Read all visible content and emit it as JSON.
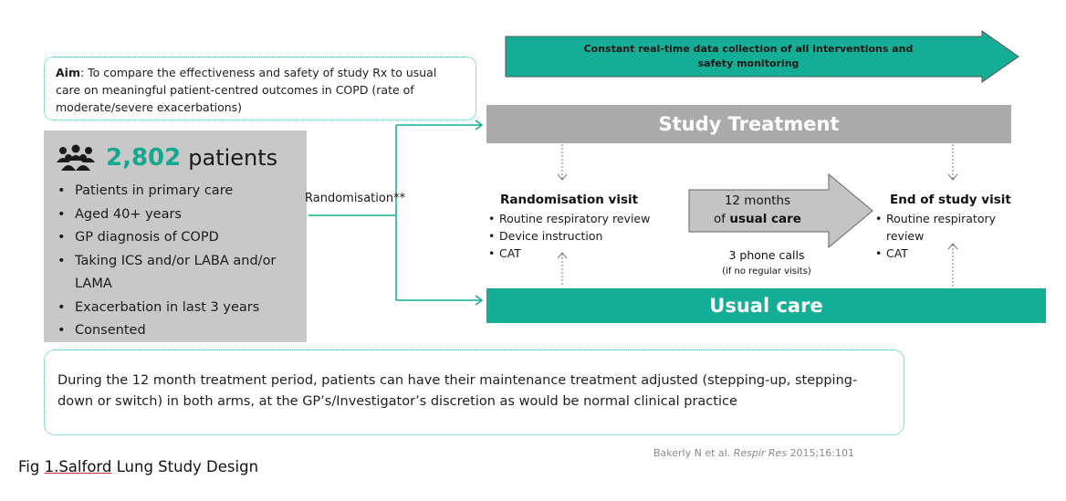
{
  "top_arrow": {
    "line1": "Constant real-time data collection of all interventions and",
    "line2": "safety monitoring"
  },
  "aim": {
    "label": "Aim",
    "text": ": To compare the effectiveness and safety of study Rx to usual care on meaningful patient-centred outcomes in COPD (rate of moderate/severe exacerbations)"
  },
  "patients": {
    "count": "2,802",
    "word": "patients",
    "icon": "people-group-icon",
    "criteria": [
      "Patients in primary care",
      "Aged 40+ years",
      "GP diagnosis of COPD",
      "Taking ICS and/or LABA and/or LAMA",
      "Exacerbation in last 3 years",
      "Consented"
    ]
  },
  "randomisation_label": "Randomisation**",
  "study_treatment": "Study Treatment",
  "usual_care": "Usual care",
  "randomisation_visit": {
    "title": "Randomisation visit",
    "items": [
      "Routine respiratory review",
      "Device instruction",
      "CAT"
    ]
  },
  "usual_care_arrow": {
    "line1": "12 months",
    "line2_prefix": "of ",
    "line2_bold": "usual care"
  },
  "phone_calls": "3 phone calls",
  "phone_note": "(if no regular visits)",
  "end_visit": {
    "title": "End of study visit",
    "items": [
      "Routine respiratory review",
      "CAT"
    ]
  },
  "bottom_text": "During the 12 month treatment period, patients can have their maintenance treatment adjusted (stepping-up, stepping-down or switch) in both arms, at the GP’s/Investigator’s discretion as would be normal clinical practice",
  "citation": {
    "authors": "Bakerly N et al. ",
    "journal": "Respir Res",
    "ref": " 2015;16:101"
  },
  "caption": {
    "prefix": "Fig ",
    "underlined": "1.Salford",
    "rest": " Lung Study Design"
  },
  "colors": {
    "teal": "#14ad95",
    "grey_bar": "#aaaaaa",
    "patients_bg": "#c8c8c8"
  }
}
